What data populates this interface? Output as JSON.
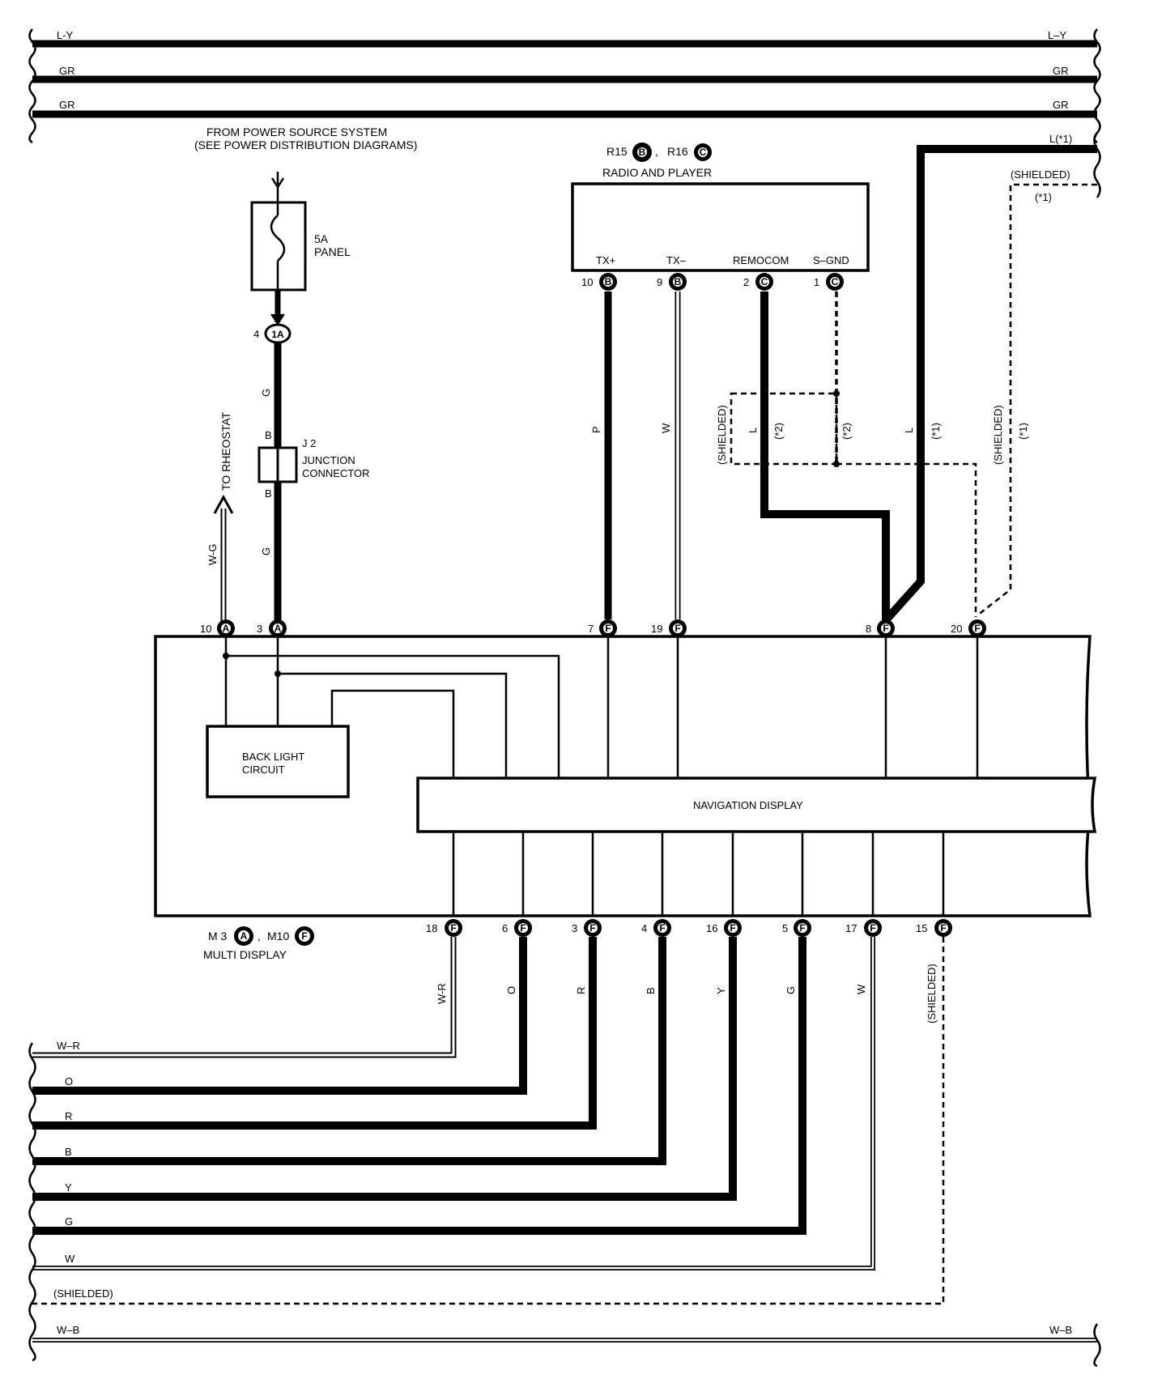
{
  "bus_top": [
    {
      "label": "L-Y"
    },
    {
      "label": "GR"
    },
    {
      "label": "GR"
    }
  ],
  "power": {
    "from_line1": "FROM POWER SOURCE SYSTEM",
    "from_line2": "(SEE POWER DISTRIBUTION DIAGRAMS)",
    "fuse_line1": "5A",
    "fuse_line2": "PANEL",
    "connector_pin": "4",
    "connector_code": "1A",
    "wire_upper": "G",
    "wire_lower": "G",
    "j_pin_top": "B",
    "j_pin_bottom": "B",
    "junction_id": "J 2",
    "junction_line1": "JUNCTION",
    "junction_line2": "CONNECTOR"
  },
  "rheostat": {
    "label": "TO RHEOSTAT",
    "wire": "W-G"
  },
  "radio": {
    "conn_a_id": "R15",
    "conn_a_code": "B",
    "sep": ",",
    "conn_b_id": "R16",
    "conn_b_code": "C",
    "title": "RADIO AND PLAYER",
    "terminals": [
      {
        "label": "TX+",
        "pin": "10",
        "code": "B"
      },
      {
        "label": "TX–",
        "pin": "9",
        "code": "B"
      },
      {
        "label": "REMOCOM",
        "pin": "2",
        "code": "C"
      },
      {
        "label": "S–GND",
        "pin": "1",
        "code": "C"
      }
    ]
  },
  "mid_wires": {
    "p": "P",
    "w": "W",
    "shielded_left": "(SHIELDED)",
    "l2": "L",
    "star2a": "(*2)",
    "star2b": "(*2)",
    "l1": "L",
    "star1a": "(*1)",
    "shielded_right": "(SHIELDED)",
    "star1b": "(*1)"
  },
  "right_top": {
    "l_star": "L(*1)",
    "shielded": "(SHIELDED)",
    "star1": "(*1)"
  },
  "display_top_pins": [
    {
      "pin": "10",
      "code": "A"
    },
    {
      "pin": "3",
      "code": "A"
    },
    {
      "pin": "7",
      "code": "F"
    },
    {
      "pin": "19",
      "code": "F"
    },
    {
      "pin": "8",
      "code": "F"
    },
    {
      "pin": "20",
      "code": "F"
    }
  ],
  "backlight": {
    "line1": "BACK LIGHT",
    "line2": "CIRCUIT"
  },
  "navigation_display": "NAVIGATION DISPLAY",
  "multi_display": {
    "conn_a_id": "M 3",
    "conn_a_code": "A",
    "sep": ",",
    "conn_b_id": "M10",
    "conn_b_code": "F",
    "title": "MULTI DISPLAY"
  },
  "bottom_pins": [
    {
      "pin": "18",
      "code": "F",
      "wire": "W-R"
    },
    {
      "pin": "6",
      "code": "F",
      "wire": "O"
    },
    {
      "pin": "3",
      "code": "F",
      "wire": "R"
    },
    {
      "pin": "4",
      "code": "F",
      "wire": "B"
    },
    {
      "pin": "16",
      "code": "F",
      "wire": "Y"
    },
    {
      "pin": "5",
      "code": "F",
      "wire": "G"
    },
    {
      "pin": "17",
      "code": "F",
      "wire": "W"
    },
    {
      "pin": "15",
      "code": "F",
      "wire": "(SHIELDED)"
    }
  ],
  "bus_bottom": [
    {
      "label": "W–R"
    },
    {
      "label": "O"
    },
    {
      "label": "R"
    },
    {
      "label": "B"
    },
    {
      "label": "Y"
    },
    {
      "label": "G"
    },
    {
      "label": "W"
    },
    {
      "label": "(SHIELDED)"
    },
    {
      "label": "W–B"
    }
  ],
  "bus_top_right": [
    {
      "label": "L–Y"
    },
    {
      "label": "GR"
    },
    {
      "label": "GR"
    }
  ],
  "wb_right": "W–B"
}
